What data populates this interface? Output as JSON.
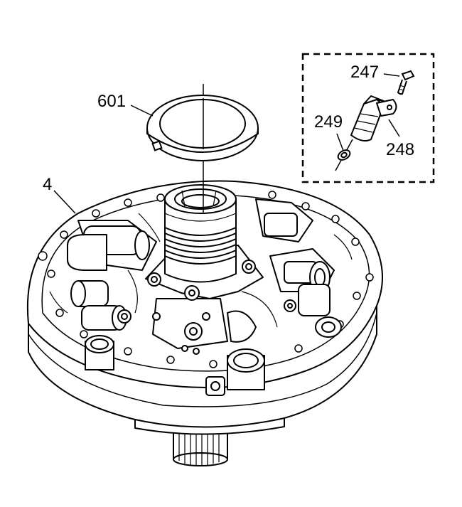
{
  "diagram": {
    "callouts": {
      "pump_assembly": "4",
      "thrust_washer": "601",
      "bolt": "247",
      "sensor": "248",
      "o_ring": "249"
    },
    "colors": {
      "line": "#000000",
      "fill": "#ffffff",
      "dash_box": "#000000"
    }
  }
}
